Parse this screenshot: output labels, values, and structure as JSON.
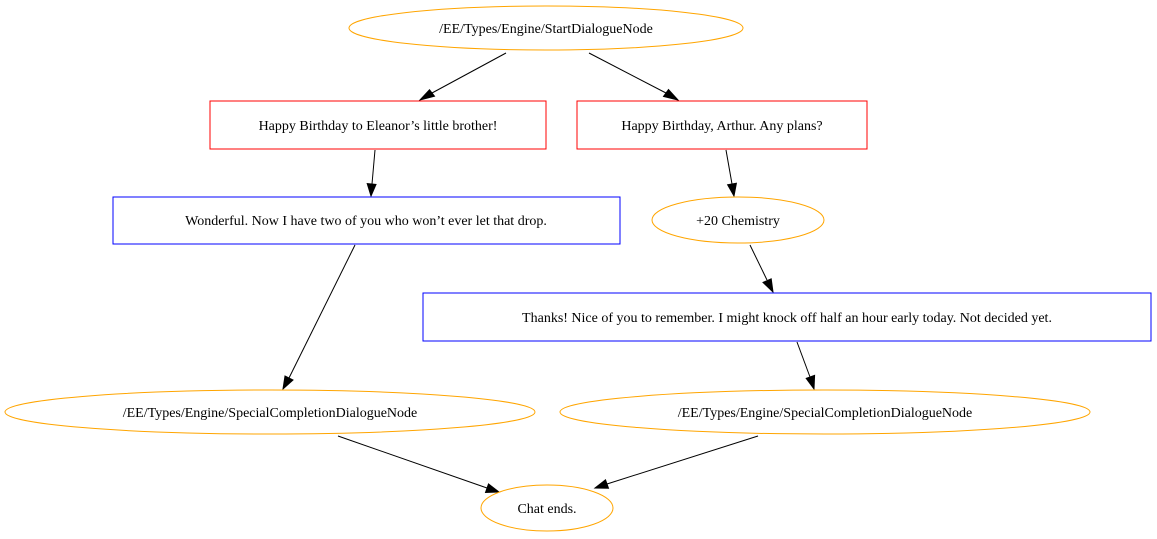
{
  "colors": {
    "special_node": "#ffa500",
    "player_line": "#ff0000",
    "npc_line": "#0000ff",
    "edge": "#000000",
    "background": "#ffffff"
  },
  "nodes": {
    "start": {
      "label": "/EE/Types/Engine/StartDialogueNode",
      "shape": "ellipse"
    },
    "player_option_1": {
      "label": "Happy Birthday to Eleanor’s little brother!",
      "shape": "box"
    },
    "player_option_2": {
      "label": "Happy Birthday, Arthur. Any plans?",
      "shape": "box"
    },
    "npc_reply_1": {
      "label": "Wonderful. Now I have two of you who won’t ever let that drop.",
      "shape": "box"
    },
    "chemistry_bonus": {
      "label": "+20 Chemistry",
      "shape": "ellipse"
    },
    "npc_reply_2": {
      "label": "Thanks! Nice of you to remember. I might knock off half an hour early today. Not decided yet.",
      "shape": "box"
    },
    "completion_1": {
      "label": "/EE/Types/Engine/SpecialCompletionDialogueNode",
      "shape": "ellipse"
    },
    "completion_2": {
      "label": "/EE/Types/Engine/SpecialCompletionDialogueNode",
      "shape": "ellipse"
    },
    "chat_ends": {
      "label": "Chat ends.",
      "shape": "ellipse"
    }
  },
  "edges": [
    {
      "from": "start",
      "to": "player_option_1"
    },
    {
      "from": "start",
      "to": "player_option_2"
    },
    {
      "from": "player_option_1",
      "to": "npc_reply_1"
    },
    {
      "from": "player_option_2",
      "to": "chemistry_bonus"
    },
    {
      "from": "npc_reply_1",
      "to": "completion_1"
    },
    {
      "from": "chemistry_bonus",
      "to": "npc_reply_2"
    },
    {
      "from": "npc_reply_2",
      "to": "completion_2"
    },
    {
      "from": "completion_1",
      "to": "chat_ends"
    },
    {
      "from": "completion_2",
      "to": "chat_ends"
    }
  ]
}
